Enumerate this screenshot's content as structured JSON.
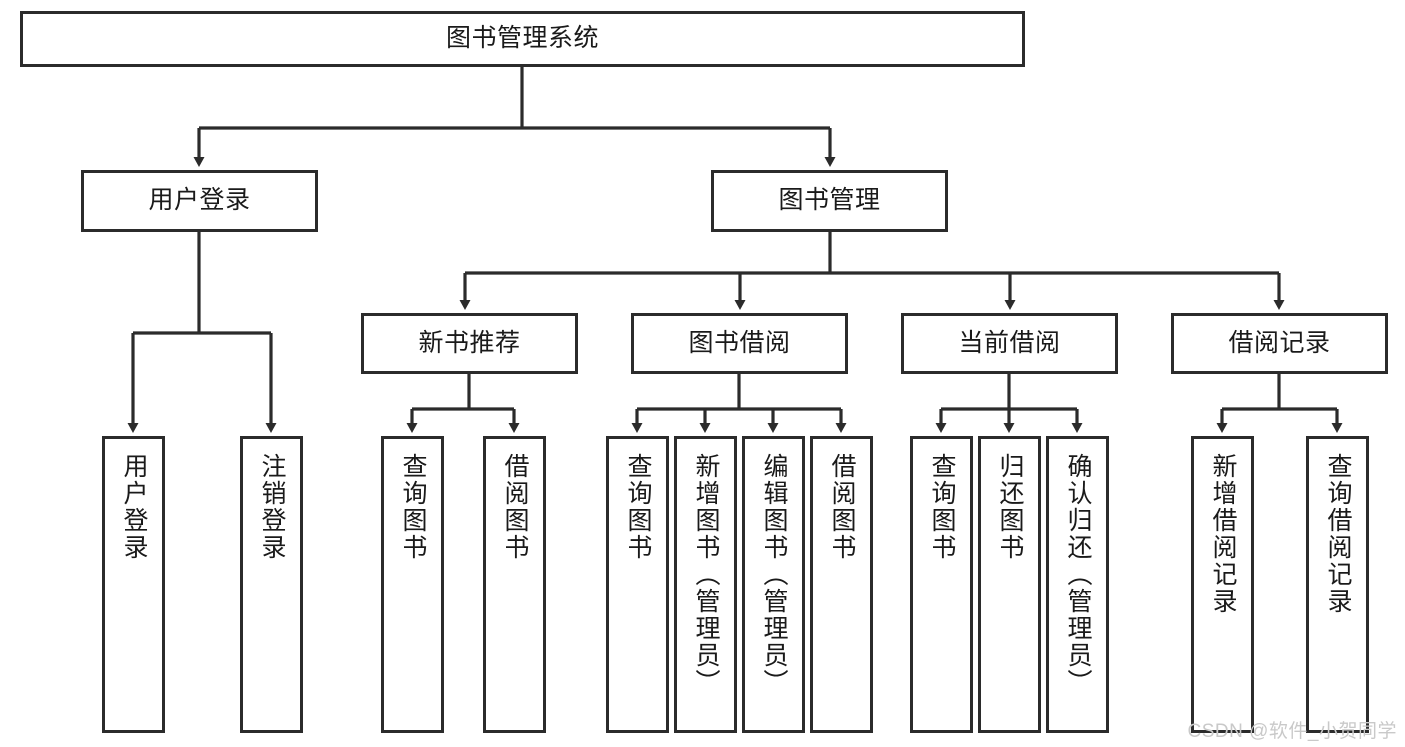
{
  "diagram": {
    "type": "tree",
    "title": "图书管理系统",
    "orientation": "top-down",
    "colors": {
      "box_border": "#2b2b2b",
      "box_fill": "#ffffff",
      "edge": "#2b2b2b",
      "text": "#1a1a1a",
      "watermark": "#c9c9c9"
    },
    "nodes": {
      "root": {
        "label": "图书管理系统"
      },
      "level2": [
        {
          "id": "user-login",
          "label": "用户登录"
        },
        {
          "id": "book-management",
          "label": "图书管理"
        }
      ],
      "level3": [
        {
          "id": "new-book-recommend",
          "label": "新书推荐"
        },
        {
          "id": "book-borrow",
          "label": "图书借阅"
        },
        {
          "id": "current-borrow",
          "label": "当前借阅"
        },
        {
          "id": "borrow-record",
          "label": "借阅记录"
        }
      ],
      "leaves": [
        {
          "id": "leaf-user-login",
          "label": "用户登录",
          "parent": "user-login"
        },
        {
          "id": "leaf-logout-login",
          "label": "注销登录",
          "parent": "user-login"
        },
        {
          "id": "leaf-query-book-1",
          "label": "查询图书",
          "parent": "new-book-recommend"
        },
        {
          "id": "leaf-borrow-book-1",
          "label": "借阅图书",
          "parent": "new-book-recommend"
        },
        {
          "id": "leaf-query-book-2",
          "label": "查询图书",
          "parent": "book-borrow"
        },
        {
          "id": "leaf-add-book",
          "label": "新增图书（管理员）",
          "parent": "book-borrow"
        },
        {
          "id": "leaf-edit-book",
          "label": "编辑图书（管理员）",
          "parent": "book-borrow"
        },
        {
          "id": "leaf-borrow-book-2",
          "label": "借阅图书",
          "parent": "book-borrow"
        },
        {
          "id": "leaf-query-book-3",
          "label": "查询图书",
          "parent": "current-borrow"
        },
        {
          "id": "leaf-return-book",
          "label": "归还图书",
          "parent": "current-borrow"
        },
        {
          "id": "leaf-confirm-return",
          "label": "确认归还（管理员）",
          "parent": "current-borrow"
        },
        {
          "id": "leaf-add-record",
          "label": "新增借阅记录",
          "parent": "borrow-record"
        },
        {
          "id": "leaf-query-record",
          "label": "查询借阅记录",
          "parent": "borrow-record"
        }
      ]
    },
    "watermark": "CSDN @软件_小贺同学"
  }
}
